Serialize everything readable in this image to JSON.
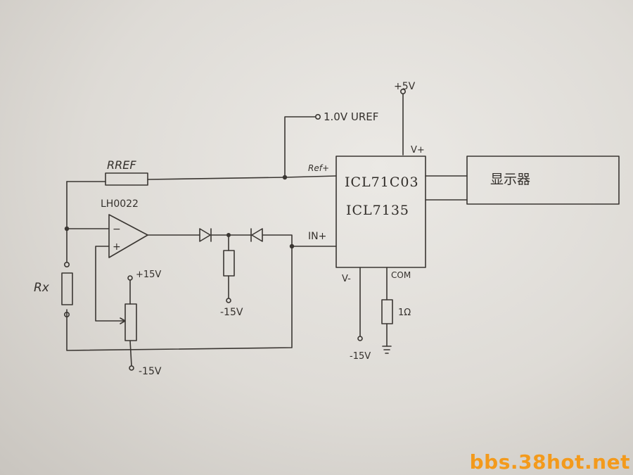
{
  "labels": {
    "vplus_supply": "+5V",
    "uref": "1.0V UREF",
    "rref": "RREF",
    "ref_pin": "Ref+",
    "chip_line1": "ICL71C03",
    "chip_line2": "ICL7135",
    "v_plus_pin": "V+",
    "display": "显示器",
    "opamp": "LH0022",
    "in_pin": "IN+",
    "v_minus_pin": "V-",
    "com_pin": "COM",
    "com_resistor": "1Ω",
    "vminus_supply": "-15V",
    "pot_top_supply": "+15V",
    "pot_bottom_supply": "-15V",
    "diode_res_supply": "-15V",
    "rx": "Rx",
    "opamp_minus": "−",
    "opamp_plus": "+"
  },
  "watermark": "bbs.38hot.net"
}
